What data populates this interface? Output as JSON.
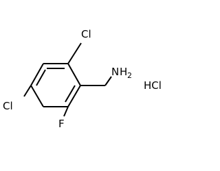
{
  "molecule": {
    "labels": {
      "cl_top": "Cl",
      "cl_left": "Cl",
      "fluorine": "F",
      "amine_n": "N",
      "amine_h": "H",
      "amine_sub": "2",
      "salt": "HCl"
    },
    "colors": {
      "bond": "#000000",
      "text": "#000000",
      "background": "#ffffff"
    }
  }
}
